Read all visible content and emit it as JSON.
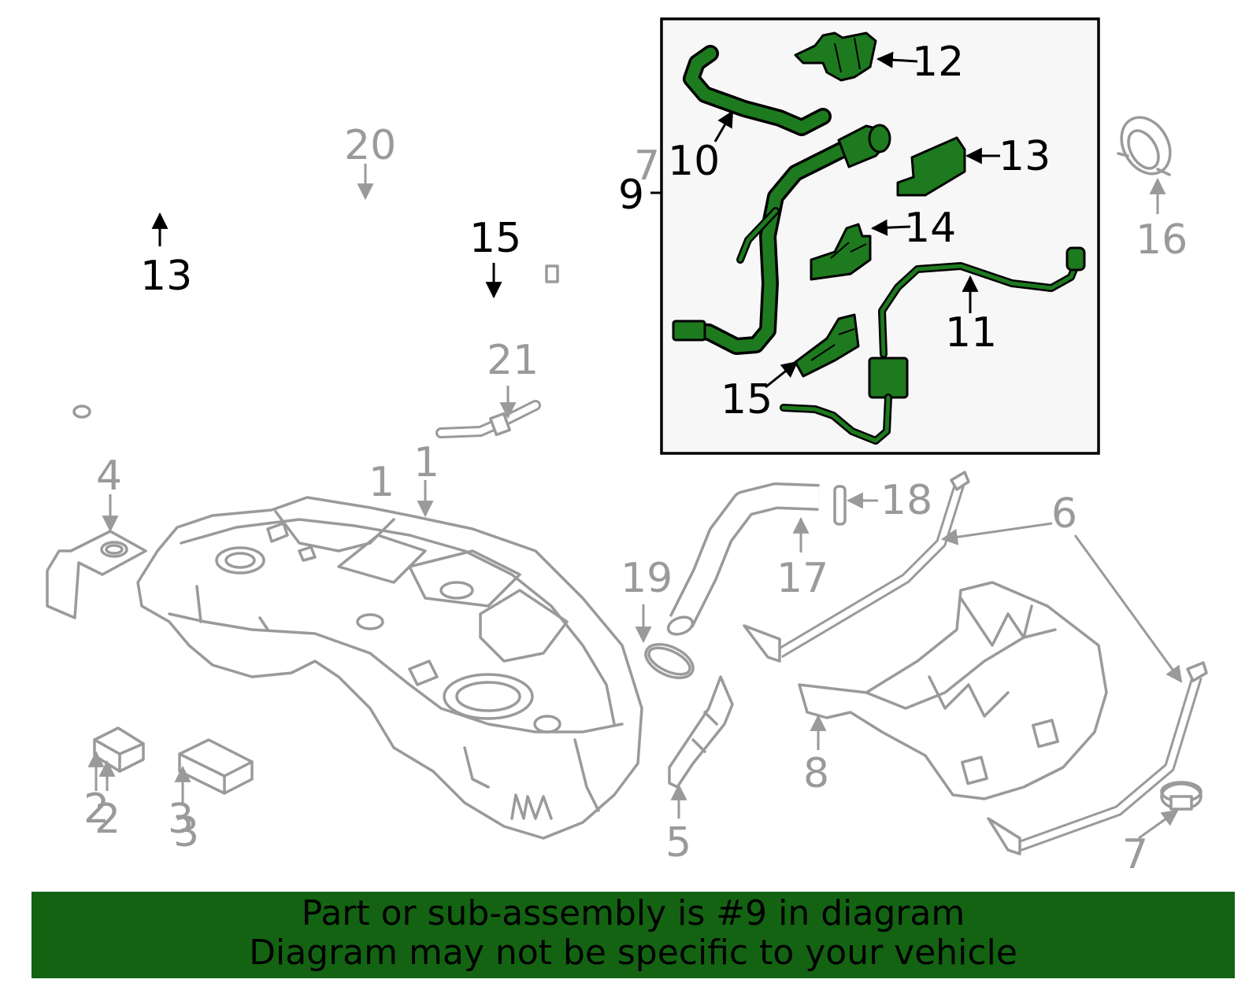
{
  "diagram": {
    "labels": {
      "c1a": "1",
      "c1b": "1",
      "c2a": "2",
      "c2b": "2",
      "c3a": "3",
      "c3b": "3",
      "c4": "4",
      "c5": "5",
      "c6": "6",
      "c7a": "7",
      "c7b": "7",
      "c8": "8",
      "c9": "9",
      "c10": "10",
      "c11": "11",
      "c12": "12",
      "c13a": "13",
      "c13b": "13",
      "c14": "14",
      "c15a": "15",
      "c15b": "15",
      "c16": "16",
      "c17": "17",
      "c18": "18",
      "c19": "19",
      "c20": "20",
      "c21": "21"
    },
    "colors": {
      "highlight": "#1e7a1e",
      "parts": "#9a9a9a",
      "inset_bg": "#f7f7f7",
      "banner_bg": "#136313"
    }
  },
  "banner": {
    "line1": "Part or sub-assembly is #9 in diagram",
    "line2": "Diagram may not be specific to your vehicle"
  }
}
